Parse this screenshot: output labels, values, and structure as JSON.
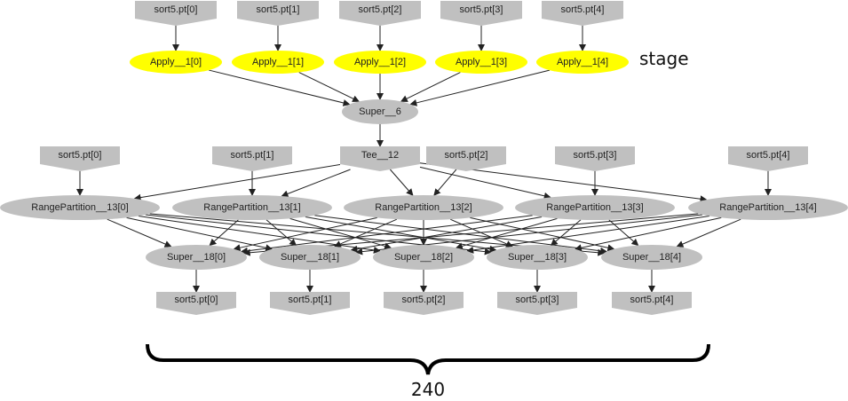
{
  "diagram": {
    "nodes": [
      {
        "id": "in0",
        "label": "sort5.pt[0]",
        "shape": "house"
      },
      {
        "id": "in1",
        "label": "sort5.pt[1]",
        "shape": "house"
      },
      {
        "id": "in2",
        "label": "sort5.pt[2]",
        "shape": "house"
      },
      {
        "id": "in3",
        "label": "sort5.pt[3]",
        "shape": "house"
      },
      {
        "id": "in4",
        "label": "sort5.pt[4]",
        "shape": "house"
      },
      {
        "id": "ap0",
        "label": "Apply__1[0]",
        "shape": "ellipse",
        "highlight": true
      },
      {
        "id": "ap1",
        "label": "Apply__1[1]",
        "shape": "ellipse",
        "highlight": true
      },
      {
        "id": "ap2",
        "label": "Apply__1[2]",
        "shape": "ellipse",
        "highlight": true
      },
      {
        "id": "ap3",
        "label": "Apply__1[3]",
        "shape": "ellipse",
        "highlight": true
      },
      {
        "id": "ap4",
        "label": "Apply__1[4]",
        "shape": "ellipse",
        "highlight": true
      },
      {
        "id": "s6",
        "label": "Super__6",
        "shape": "ellipse"
      },
      {
        "id": "tee",
        "label": "Tee__12",
        "shape": "house"
      },
      {
        "id": "pin0",
        "label": "sort5.pt[0]",
        "shape": "house"
      },
      {
        "id": "pin1",
        "label": "sort5.pt[1]",
        "shape": "house"
      },
      {
        "id": "pin2",
        "label": "sort5.pt[2]",
        "shape": "house"
      },
      {
        "id": "pin3",
        "label": "sort5.pt[3]",
        "shape": "house"
      },
      {
        "id": "pin4",
        "label": "sort5.pt[4]",
        "shape": "house"
      },
      {
        "id": "rp0",
        "label": "RangePartition__13[0]",
        "shape": "ellipse"
      },
      {
        "id": "rp1",
        "label": "RangePartition__13[1]",
        "shape": "ellipse"
      },
      {
        "id": "rp2",
        "label": "RangePartition__13[2]",
        "shape": "ellipse"
      },
      {
        "id": "rp3",
        "label": "RangePartition__13[3]",
        "shape": "ellipse"
      },
      {
        "id": "rp4",
        "label": "RangePartition__13[4]",
        "shape": "ellipse"
      },
      {
        "id": "su0",
        "label": "Super__18[0]",
        "shape": "ellipse"
      },
      {
        "id": "su1",
        "label": "Super__18[1]",
        "shape": "ellipse"
      },
      {
        "id": "su2",
        "label": "Super__18[2]",
        "shape": "ellipse"
      },
      {
        "id": "su3",
        "label": "Super__18[3]",
        "shape": "ellipse"
      },
      {
        "id": "su4",
        "label": "Super__18[4]",
        "shape": "ellipse"
      },
      {
        "id": "out0",
        "label": "sort5.pt[0]",
        "shape": "house"
      },
      {
        "id": "out1",
        "label": "sort5.pt[1]",
        "shape": "house"
      },
      {
        "id": "out2",
        "label": "sort5.pt[2]",
        "shape": "house"
      },
      {
        "id": "out3",
        "label": "sort5.pt[3]",
        "shape": "house"
      },
      {
        "id": "out4",
        "label": "sort5.pt[4]",
        "shape": "house"
      }
    ],
    "edges": [
      [
        "in0",
        "ap0"
      ],
      [
        "in1",
        "ap1"
      ],
      [
        "in2",
        "ap2"
      ],
      [
        "in3",
        "ap3"
      ],
      [
        "in4",
        "ap4"
      ],
      [
        "ap0",
        "s6"
      ],
      [
        "ap1",
        "s6"
      ],
      [
        "ap2",
        "s6"
      ],
      [
        "ap3",
        "s6"
      ],
      [
        "ap4",
        "s6"
      ],
      [
        "s6",
        "tee"
      ],
      [
        "tee",
        "rp0"
      ],
      [
        "tee",
        "rp1"
      ],
      [
        "tee",
        "rp2"
      ],
      [
        "tee",
        "rp3"
      ],
      [
        "tee",
        "rp4"
      ],
      [
        "pin0",
        "rp0"
      ],
      [
        "pin1",
        "rp1"
      ],
      [
        "pin2",
        "rp2"
      ],
      [
        "pin3",
        "rp3"
      ],
      [
        "pin4",
        "rp4"
      ],
      [
        "rp0",
        "su0"
      ],
      [
        "rp0",
        "su1"
      ],
      [
        "rp0",
        "su2"
      ],
      [
        "rp0",
        "su3"
      ],
      [
        "rp0",
        "su4"
      ],
      [
        "rp1",
        "su0"
      ],
      [
        "rp1",
        "su1"
      ],
      [
        "rp1",
        "su2"
      ],
      [
        "rp1",
        "su3"
      ],
      [
        "rp1",
        "su4"
      ],
      [
        "rp2",
        "su0"
      ],
      [
        "rp2",
        "su1"
      ],
      [
        "rp2",
        "su2"
      ],
      [
        "rp2",
        "su3"
      ],
      [
        "rp2",
        "su4"
      ],
      [
        "rp3",
        "su0"
      ],
      [
        "rp3",
        "su1"
      ],
      [
        "rp3",
        "su2"
      ],
      [
        "rp3",
        "su3"
      ],
      [
        "rp3",
        "su4"
      ],
      [
        "rp4",
        "su0"
      ],
      [
        "rp4",
        "su1"
      ],
      [
        "rp4",
        "su2"
      ],
      [
        "rp4",
        "su3"
      ],
      [
        "rp4",
        "su4"
      ],
      [
        "su0",
        "out0"
      ],
      [
        "su1",
        "out1"
      ],
      [
        "su2",
        "out2"
      ],
      [
        "su3",
        "out3"
      ],
      [
        "su4",
        "out4"
      ]
    ]
  },
  "annotations": {
    "stage_label": "stage",
    "count_label": "240"
  },
  "colors": {
    "node": "#c0c0c0",
    "highlight": "#ffff00",
    "edge": "#222222"
  }
}
